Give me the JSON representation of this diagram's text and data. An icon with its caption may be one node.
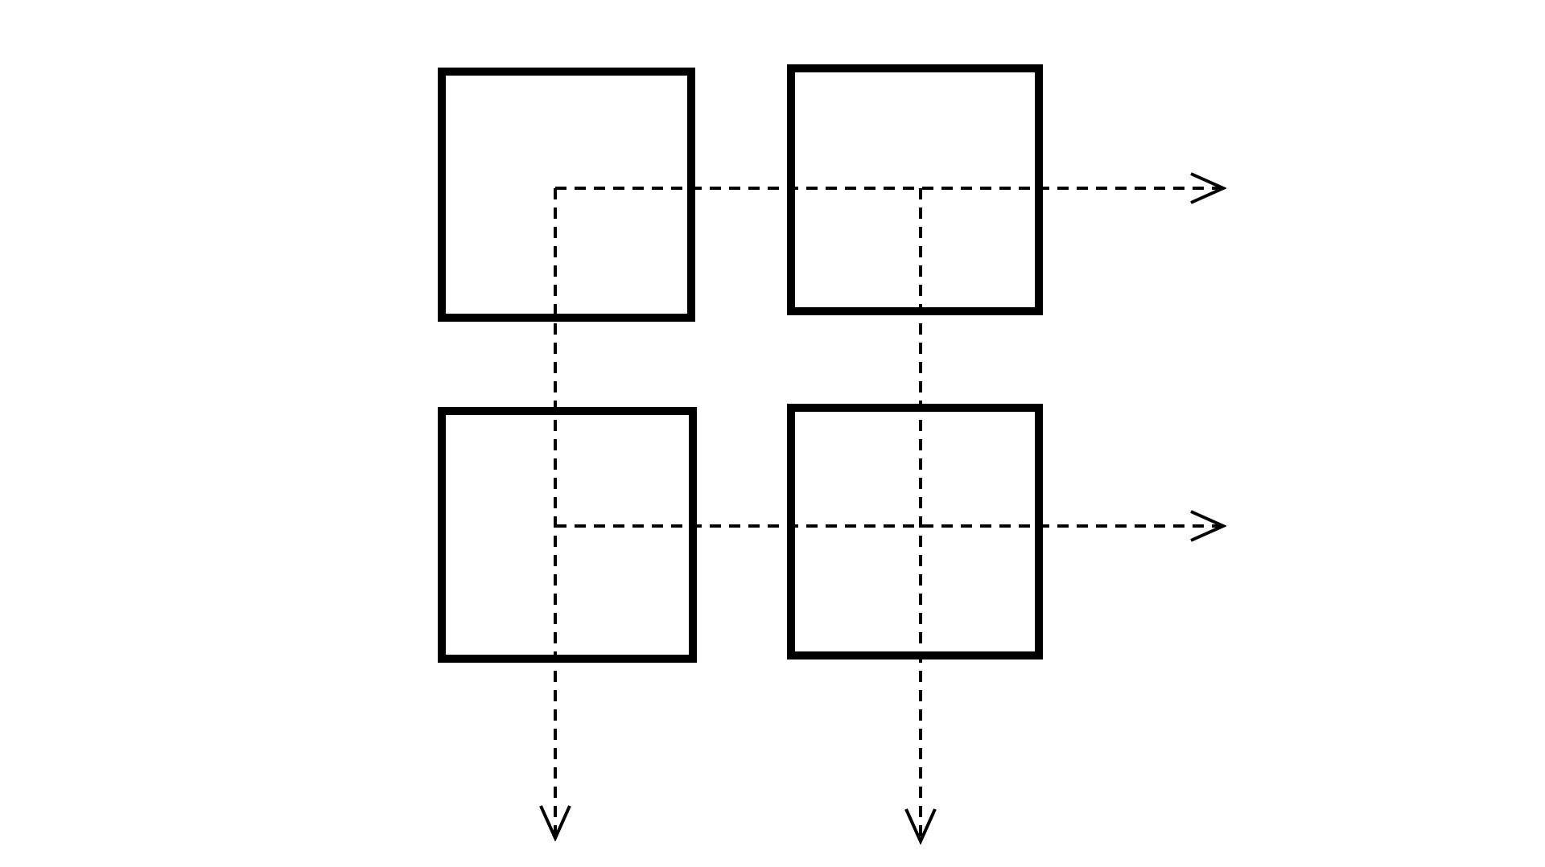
{
  "diagram": {
    "nodes": [
      {
        "text": [],
        "shape": "box"
      },
      {
        "text": [],
        "shape": "box"
      },
      {
        "text": [],
        "shape": "box"
      },
      {
        "text": [],
        "shape": "box"
      }
    ],
    "edges": [
      {
        "from": 0,
        "to": null,
        "arrow": "to",
        "style": "dashed"
      },
      {
        "from": 0,
        "to": null,
        "arrow": "to",
        "style": "dashed"
      },
      {
        "from": 1,
        "to": null,
        "arrow": "to",
        "style": "dashed"
      },
      {
        "from": 2,
        "to": null,
        "arrow": "to",
        "style": "dashed"
      }
    ]
  }
}
